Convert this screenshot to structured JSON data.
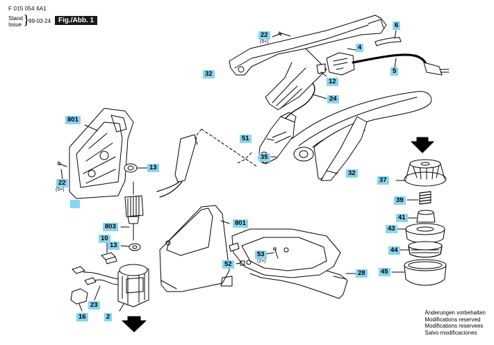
{
  "header": {
    "doc_code": "F 015 054 6A1",
    "stand": "Stand",
    "issue": "Issue",
    "date": "99-03-24",
    "fig_label": "Fig./Abb. 1"
  },
  "notes": [
    "Änderungen vorbehalten",
    "Modifications reserved",
    "Modifications reservees",
    "Salvo modificaciones"
  ],
  "callouts": {
    "c22a": "22",
    "c6": "6",
    "c4": "4",
    "c5": "5",
    "c32a": "32",
    "c12": "12",
    "c24": "24",
    "c801a": "801",
    "c51": "51",
    "c35": "35",
    "c32b": "32",
    "c13a": "13",
    "c22b": "22",
    "c37": "37",
    "c39": "39",
    "c803": "803",
    "c801b": "801",
    "c41": "41",
    "c10": "10",
    "c43": "43",
    "c13b": "13",
    "c44": "44",
    "c53": "53",
    "c52": "52",
    "c45": "45",
    "c28": "28",
    "c23": "23",
    "c2": "2",
    "c16": "16"
  },
  "quantities": {
    "q22a": "(5×)",
    "q22b": "(5×)",
    "q53": "(2×)"
  }
}
